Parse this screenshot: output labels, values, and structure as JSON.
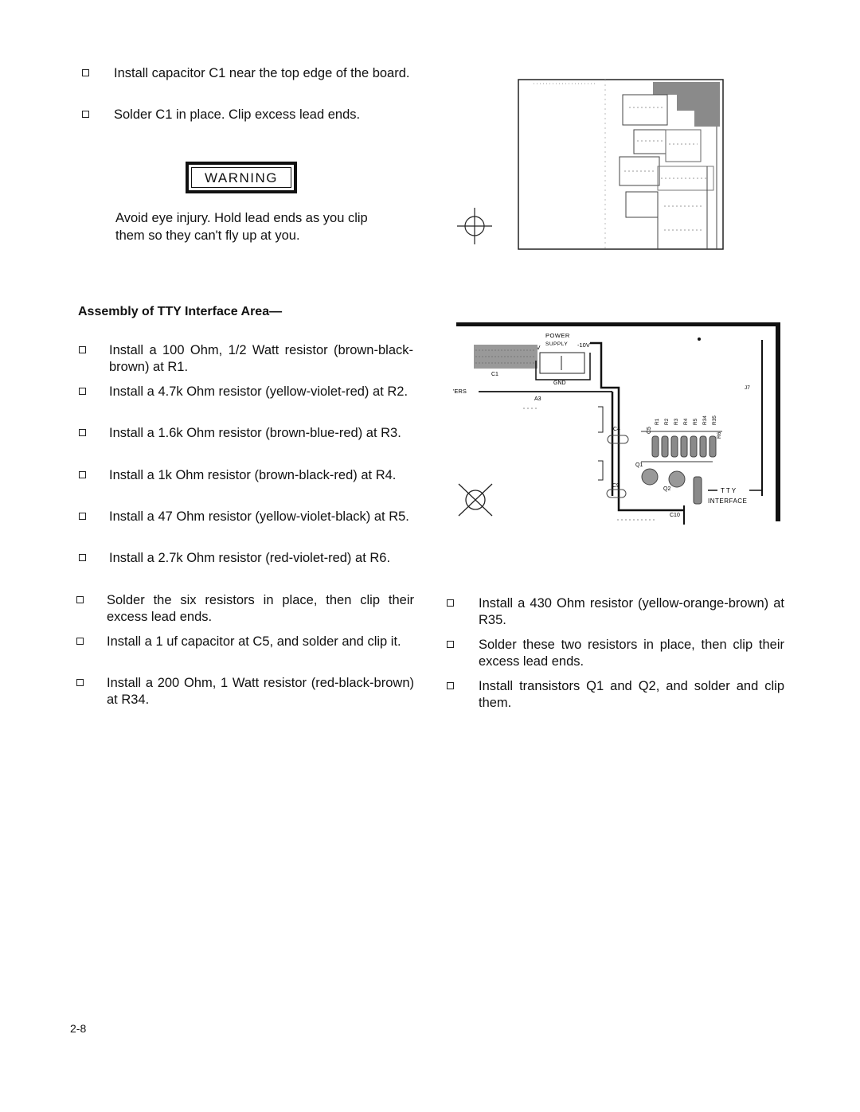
{
  "top_steps": [
    {
      "text": "Install capacitor C1 near the top edge of the board."
    },
    {
      "text": "Solder C1 in place. Clip excess lead ends."
    }
  ],
  "warning": {
    "title": "WARNING",
    "text": "Avoid eye injury. Hold lead ends as you clip them so they can't fly up at you."
  },
  "section": {
    "heading": "Assembly of TTY Interface Area—"
  },
  "left_steps": [
    {
      "text": "Install a 100 Ohm, 1/2 Watt resistor (brown-black-brown) at R1."
    },
    {
      "text": "Install a 4.7k Ohm resistor (yellow-violet-red) at R2."
    },
    {
      "text": "Install a 1.6k Ohm resistor (brown-blue-red) at R3."
    },
    {
      "text": "Install a 1k Ohm resistor (brown-black-red) at R4."
    },
    {
      "text": "Install a 47 Ohm resistor (yellow-violet-black) at R5."
    },
    {
      "text": "Install a 2.7k Ohm resistor (red-violet-red) at R6."
    },
    {
      "text": "Solder the six resistors in place, then clip their excess lead ends."
    },
    {
      "text": "Install a 1 uf capacitor at C5, and solder and clip it."
    },
    {
      "text": "Install a 200 Ohm, 1 Watt resistor (red-black-brown) at R34."
    }
  ],
  "right_steps": [
    {
      "text": "Install a 430 Ohm resistor (yellow-orange-brown) at R35."
    },
    {
      "text": "Solder these two resistors in place, then clip their excess lead ends."
    },
    {
      "text": "Install transistors Q1 and Q2, and solder and clip them."
    }
  ],
  "diagram": {
    "power": "POWER",
    "supply": "SUPPLY",
    "plus5v": "+5V",
    "minus10v": "-10V",
    "gnd": "GND",
    "c1": "C1",
    "ers": "'ERS",
    "a3": "A3",
    "j7": "J7",
    "c4": "C4",
    "c5": "C5",
    "c9": "C9",
    "c10": "C10",
    "q1": "Q1",
    "q2": "Q2",
    "tty": "TTY",
    "interface": "INTERFACE",
    "resistor_labels": [
      "R1",
      "R2",
      "R3",
      "R4",
      "R5",
      "R6",
      "R34",
      "R35"
    ]
  },
  "footer": {
    "page_number": "2-8"
  }
}
